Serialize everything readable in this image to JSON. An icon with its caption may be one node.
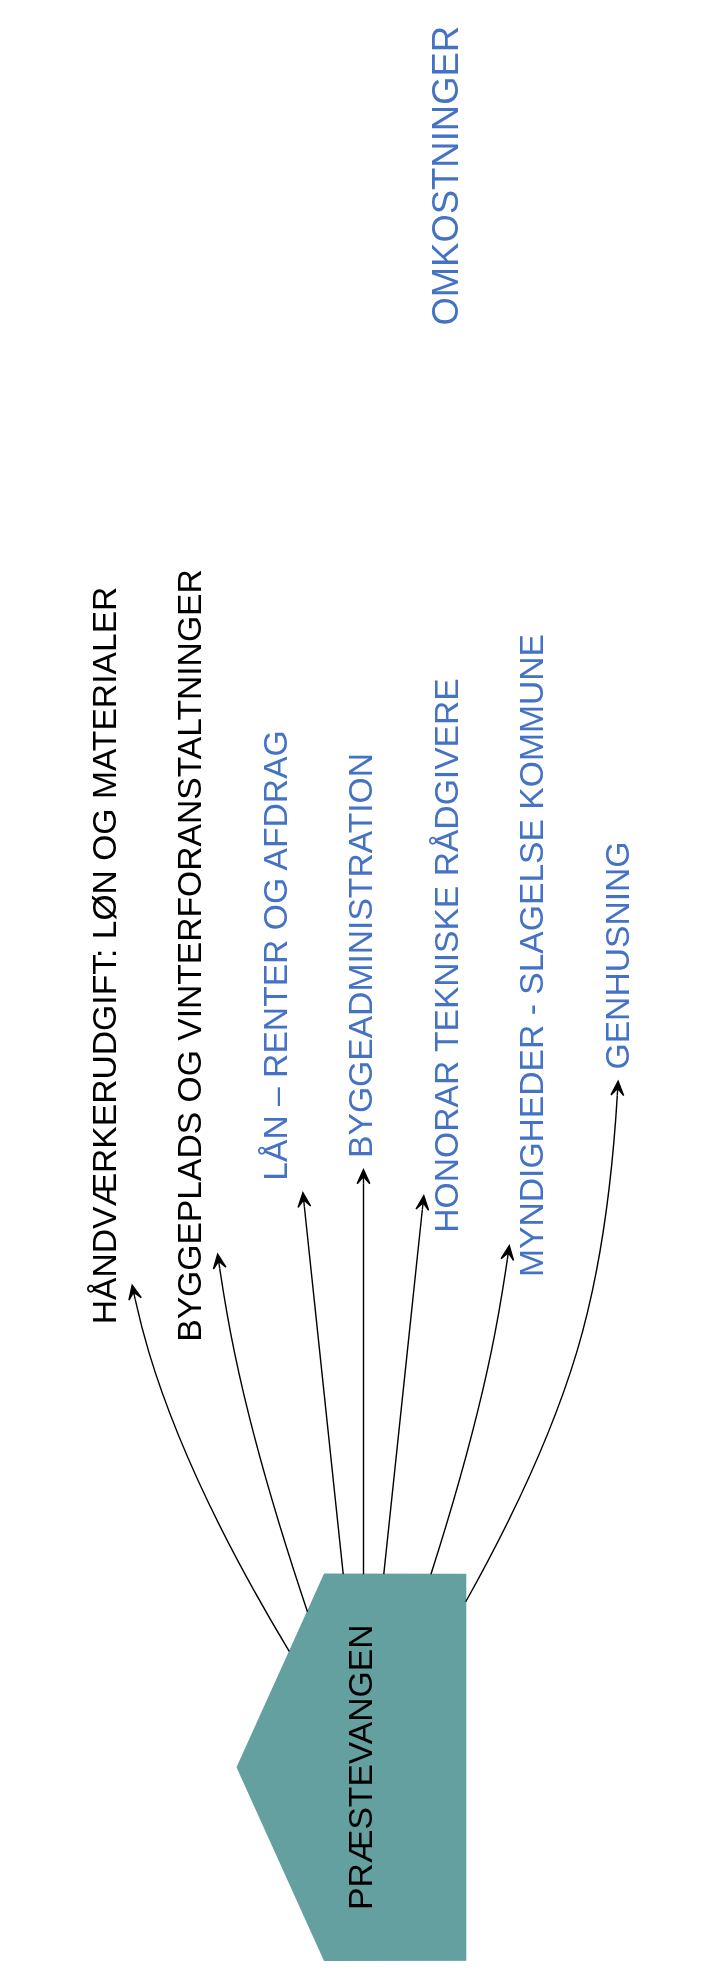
{
  "diagram": {
    "nodes": [
      {
        "text": [
          "PRÆSTEVANGEN"
        ]
      },
      {
        "text": [
          "HÅNDVÆRKERUDGIFT: LØN OG MATERIALER"
        ]
      },
      {
        "text": [
          "BYGGEPLADS OG VINTERFORANSTALTNINGER"
        ]
      },
      {
        "text": [
          "LÅN – RENTER OG AFDRAG"
        ]
      },
      {
        "text": [
          "BYGGEADMINISTRATION"
        ]
      },
      {
        "text": [
          "HONORAR TEKNISKE RÅDGIVERE"
        ]
      },
      {
        "text": [
          "MYNDIGHEDER - SLAGELSE KOMMUNE"
        ]
      },
      {
        "text": [
          "GENHUSNING"
        ]
      }
    ],
    "edges": [
      {
        "from": 0,
        "to": 1,
        "arrow": "to"
      },
      {
        "from": 0,
        "to": 2,
        "arrow": "to"
      },
      {
        "from": 0,
        "to": 3,
        "arrow": "to"
      },
      {
        "from": 0,
        "to": 4,
        "arrow": "to"
      },
      {
        "from": 0,
        "to": 5,
        "arrow": "to"
      },
      {
        "from": 0,
        "to": 6,
        "arrow": "to"
      },
      {
        "from": 0,
        "to": 7,
        "arrow": "to"
      }
    ],
    "labels": [
      "OMKOSTNINGER"
    ]
  }
}
